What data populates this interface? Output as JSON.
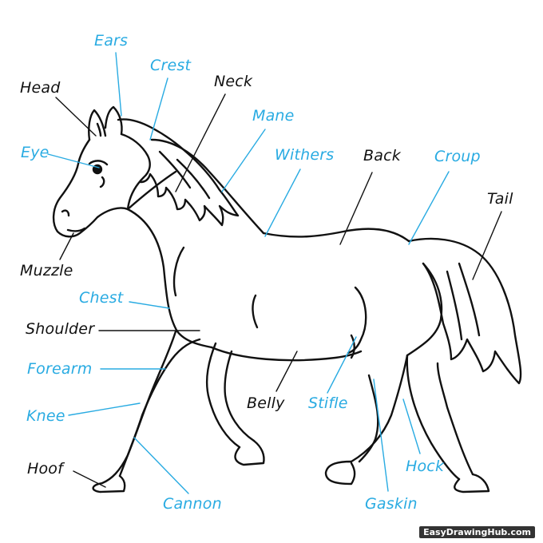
{
  "colors": {
    "outline": "#111111",
    "blue_label": "#29abe2",
    "black_label": "#111111",
    "background": "#ffffff"
  },
  "labels": {
    "ears": "Ears",
    "crest": "Crest",
    "head": "Head",
    "neck": "Neck",
    "mane": "Mane",
    "eye": "Eye",
    "withers": "Withers",
    "back": "Back",
    "croup": "Croup",
    "tail": "Tail",
    "muzzle": "Muzzle",
    "chest": "Chest",
    "shoulder": "Shoulder",
    "forearm": "Forearm",
    "belly": "Belly",
    "stifle": "Stifle",
    "knee": "Knee",
    "hoof": "Hoof",
    "hock": "Hock",
    "cannon": "Cannon",
    "gaskin": "Gaskin"
  },
  "watermark": "EasyDrawingHub.com"
}
